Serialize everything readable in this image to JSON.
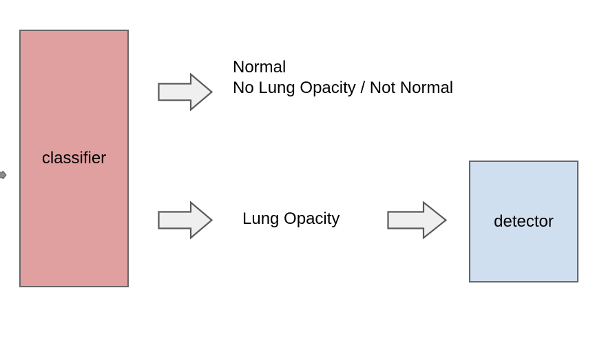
{
  "diagram": {
    "title": "classifier to detector pipeline",
    "background_color": "#ffffff",
    "nodes": [
      {
        "id": "classifier",
        "label": "classifier",
        "shape": "rectangle",
        "fill": "#e0a0a0",
        "stroke": "#666666"
      },
      {
        "id": "detector",
        "label": "detector",
        "shape": "rectangle",
        "fill": "#d0dfef",
        "stroke": "#666666"
      }
    ],
    "edges": [
      {
        "id": "edge-normal",
        "icon": "right-block-arrow-icon",
        "fill": "#efefef",
        "stroke": "#595959"
      },
      {
        "id": "edge-opacity-out",
        "icon": "right-block-arrow-icon",
        "fill": "#efefef",
        "stroke": "#595959"
      },
      {
        "id": "edge-opacity-to-detector",
        "icon": "right-block-arrow-icon",
        "fill": "#efefef",
        "stroke": "#595959"
      }
    ],
    "labels": {
      "normal_line_1": "Normal",
      "normal_line_2": "No Lung Opacity / Not Normal",
      "lung_opacity": "Lung Opacity"
    },
    "input_stub": {
      "icon": "input-arrowhead-icon",
      "color": "#595959"
    }
  }
}
